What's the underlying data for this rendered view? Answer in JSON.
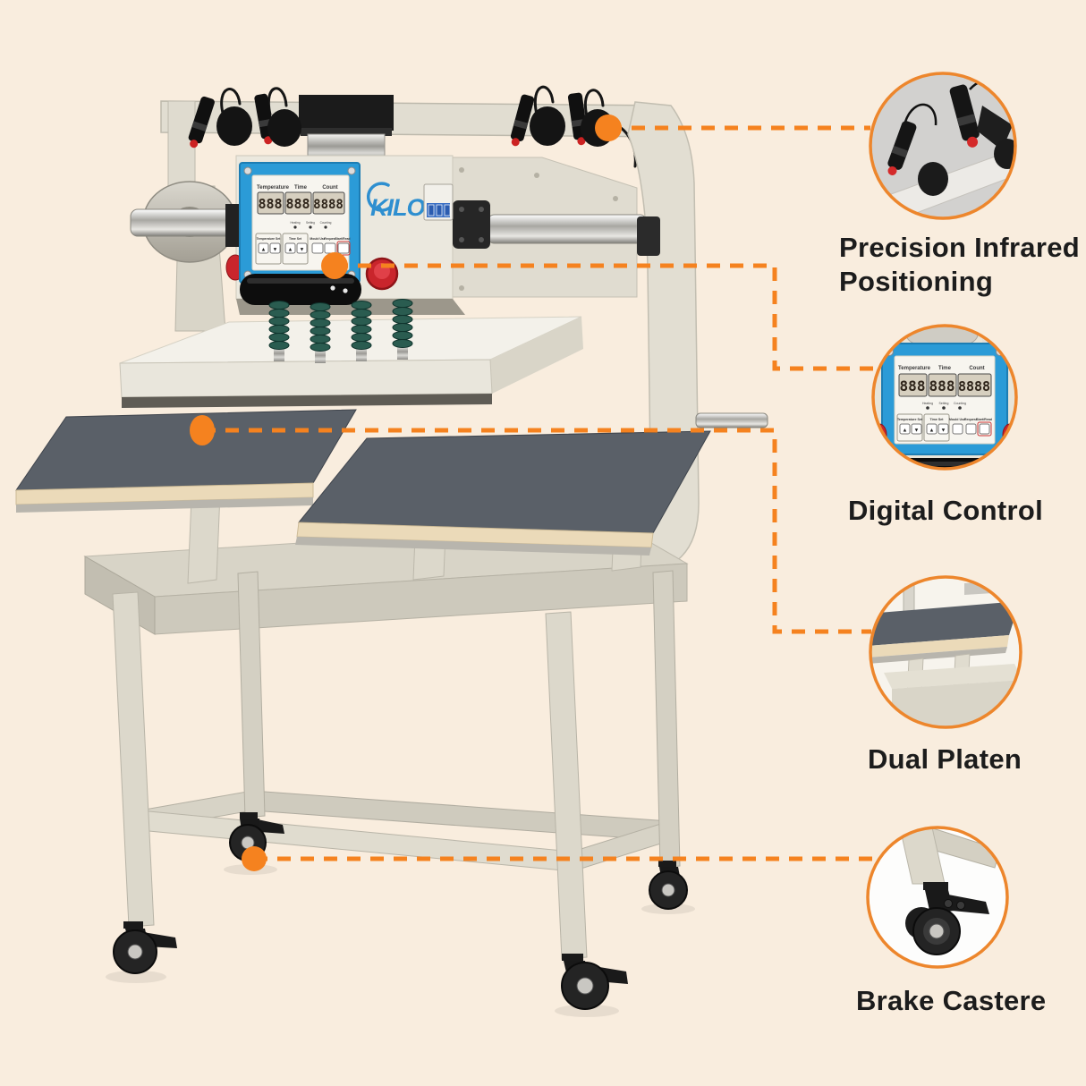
{
  "page": {
    "background_color": "#F9EDDE",
    "type": "product-feature-diagram"
  },
  "brand": {
    "logo_text": "KILO",
    "logo_color": "#2E8FD0"
  },
  "annotations": {
    "accent_color": "#F5821F",
    "callouts": [
      {
        "id": "precision-infrared-positioning",
        "label": "Precision Infrared Positioning",
        "label_lines": [
          "Precision Infrared",
          "Positioning"
        ]
      },
      {
        "id": "digital-control",
        "label": "Digital Control",
        "label_lines": [
          "Digital Control"
        ]
      },
      {
        "id": "dual-platen",
        "label": "Dual Platen",
        "label_lines": [
          "Dual Platen"
        ]
      },
      {
        "id": "brake-caster",
        "label": "Brake Castere",
        "label_lines": [
          "Brake Castere"
        ]
      }
    ]
  },
  "control_panel": {
    "display_labels": [
      "Temperature",
      "Time",
      "Count"
    ],
    "display_values": [
      "888",
      "888",
      "8888"
    ],
    "indicator_labels": [
      "Heating",
      "Setting",
      "Counting"
    ],
    "button_groups": [
      {
        "label": "Temperature Set",
        "type": "updown"
      },
      {
        "label": "Time Set",
        "type": "updown"
      },
      {
        "label": "Mould Use",
        "type": "single"
      },
      {
        "label": "Request",
        "type": "single"
      },
      {
        "label": "Start/Read",
        "type": "single"
      }
    ],
    "glyphs": {
      "up": "▲",
      "down": "▼"
    }
  },
  "colors": {
    "machine_beige": "#E9E6DB",
    "panel_blue": "#2B9BD7",
    "platen_gray": "#5A6068",
    "platen_board_cream": "#EBDAB9",
    "callout_ring": "#ED862C"
  }
}
